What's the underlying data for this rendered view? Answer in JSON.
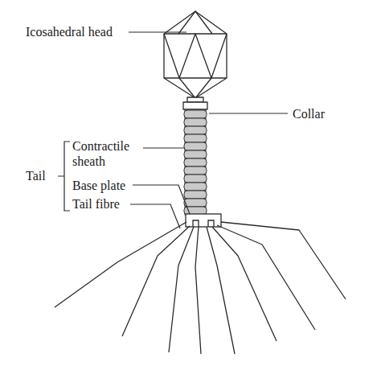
{
  "diagram": {
    "labels": [
      "Icosahedral head",
      "Collar",
      "Contractile sheath",
      "Tail",
      "Base plate",
      "Tail fibre"
    ]
  }
}
